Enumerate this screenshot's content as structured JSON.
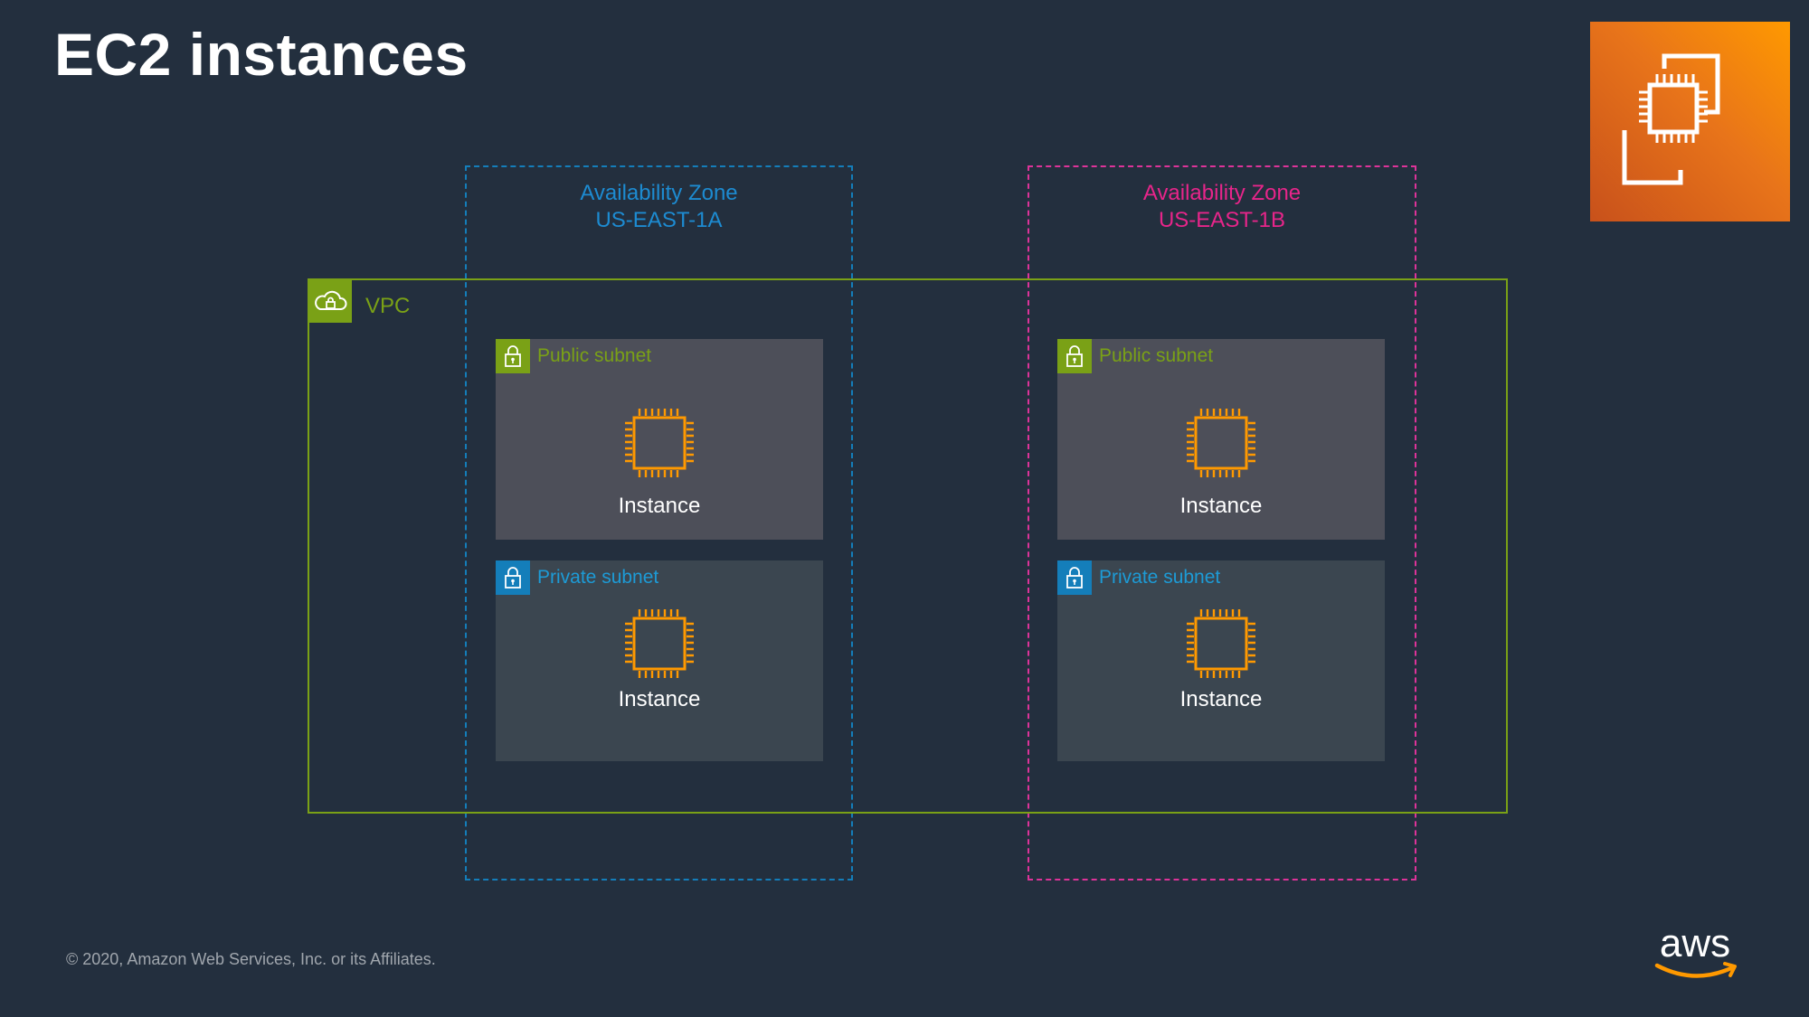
{
  "title": "EC2 instances",
  "zones": [
    {
      "label_line1": "Availability Zone",
      "label_line2": "US-EAST-1A",
      "color": "#147EBA"
    },
    {
      "label_line1": "Availability Zone",
      "label_line2": "US-EAST-1B",
      "color": "#DD3399"
    }
  ],
  "vpc": {
    "label": "VPC",
    "color": "#7AA116"
  },
  "subnets": [
    {
      "label": "Public subnet",
      "instance_label": "Instance"
    },
    {
      "label": "Private subnet",
      "instance_label": "Instance"
    },
    {
      "label": "Public subnet",
      "instance_label": "Instance"
    },
    {
      "label": "Private subnet",
      "instance_label": "Instance"
    }
  ],
  "icons": {
    "badge": "ec2-service-icon",
    "vpc": "cloud-lock-icon",
    "subnet": "lock-icon",
    "instance": "cpu-chip-icon",
    "brand": "aws-logo"
  },
  "footer": "© 2020, Amazon Web Services, Inc. or its Affiliates.",
  "brand": {
    "logo_text": "aws",
    "accent": "#FF9900"
  }
}
